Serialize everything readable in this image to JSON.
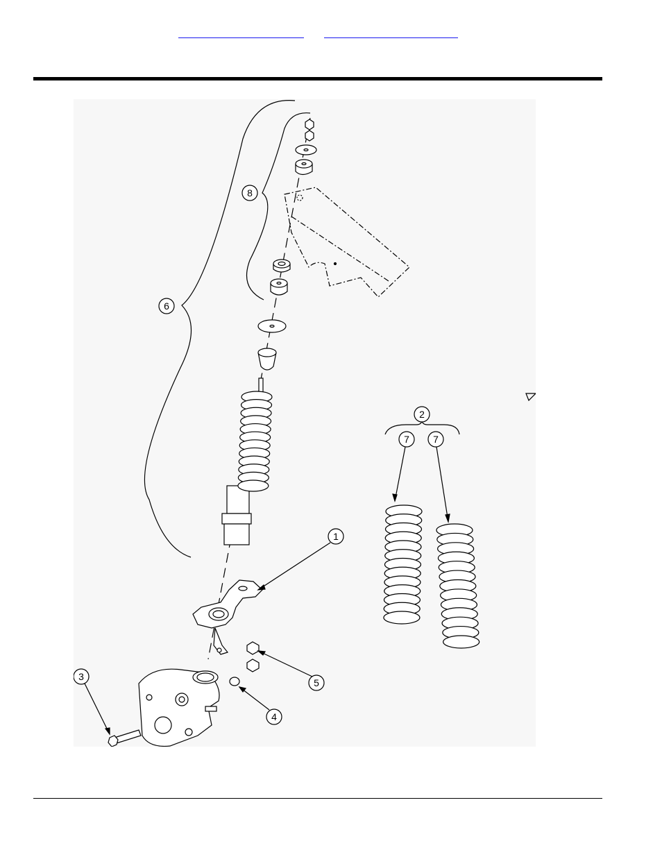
{
  "header": {
    "link_1": "",
    "link_2": ""
  },
  "figure": {
    "callouts": {
      "c1": "1",
      "c2": "2",
      "c3": "3",
      "c4": "4",
      "c5": "5",
      "c6": "6",
      "c7a": "7",
      "c7b": "7",
      "c8": "8"
    }
  }
}
